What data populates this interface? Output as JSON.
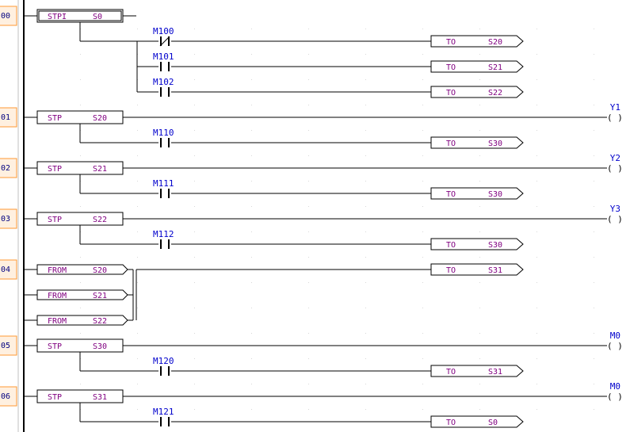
{
  "colors": {
    "rail": "#000000",
    "label": "#800080",
    "device": "#0000cc",
    "step_number_border": "#ff9933",
    "step_number_fill": "#fff0e0"
  },
  "steps": [
    {
      "number": "00",
      "state": {
        "kind": "STPI",
        "name": "S0",
        "double_border": true
      },
      "branches": [
        {
          "contact": "M100",
          "contact_type": "nc",
          "target": {
            "kind": "TO",
            "name": "S20"
          }
        },
        {
          "contact": "M101",
          "contact_type": "no",
          "target": {
            "kind": "TO",
            "name": "S21"
          }
        },
        {
          "contact": "M102",
          "contact_type": "no",
          "target": {
            "kind": "TO",
            "name": "S22"
          }
        }
      ]
    },
    {
      "number": "01",
      "state": {
        "kind": "STP",
        "name": "S20"
      },
      "coil": "Y1",
      "branches": [
        {
          "contact": "M110",
          "contact_type": "no",
          "target": {
            "kind": "TO",
            "name": "S30"
          }
        }
      ]
    },
    {
      "number": "02",
      "state": {
        "kind": "STP",
        "name": "S21"
      },
      "coil": "Y2",
      "branches": [
        {
          "contact": "M111",
          "contact_type": "no",
          "target": {
            "kind": "TO",
            "name": "S30"
          }
        }
      ]
    },
    {
      "number": "03",
      "state": {
        "kind": "STP",
        "name": "S22"
      },
      "coil": "Y3",
      "branches": [
        {
          "contact": "M112",
          "contact_type": "no",
          "target": {
            "kind": "TO",
            "name": "S30"
          }
        }
      ]
    },
    {
      "number": "04",
      "from": [
        {
          "kind": "FROM",
          "name": "S20"
        },
        {
          "kind": "FROM",
          "name": "S21"
        },
        {
          "kind": "FROM",
          "name": "S22"
        }
      ],
      "target": {
        "kind": "TO",
        "name": "S31"
      }
    },
    {
      "number": "05",
      "state": {
        "kind": "STP",
        "name": "S30"
      },
      "coil": "M0",
      "branches": [
        {
          "contact": "M120",
          "contact_type": "no",
          "target": {
            "kind": "TO",
            "name": "S31"
          }
        }
      ]
    },
    {
      "number": "06",
      "state": {
        "kind": "STP",
        "name": "S31"
      },
      "coil": "M0",
      "branches": [
        {
          "contact": "M121",
          "contact_type": "no",
          "target": {
            "kind": "TO",
            "name": "S0"
          }
        }
      ]
    }
  ]
}
